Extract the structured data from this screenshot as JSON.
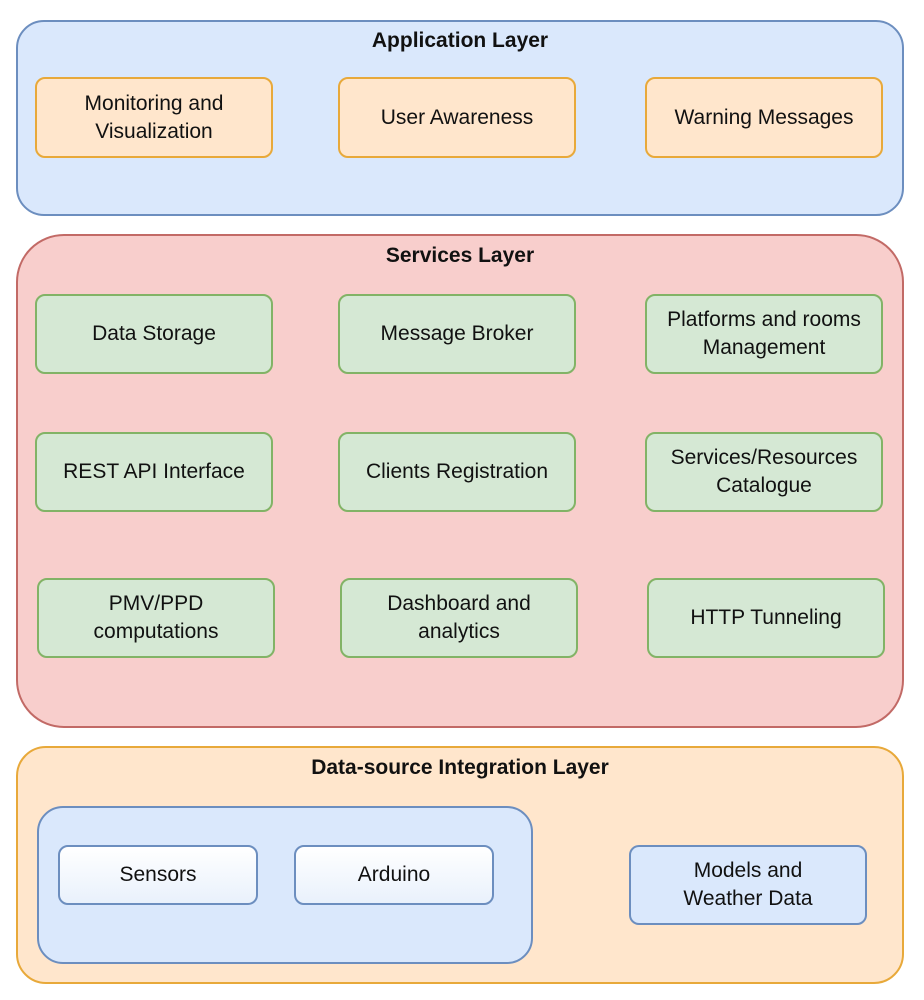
{
  "application_layer": {
    "title": "Application Layer",
    "boxes": [
      "Monitoring and\nVisualization",
      "User Awareness",
      "Warning Messages"
    ]
  },
  "services_layer": {
    "title": "Services Layer",
    "boxes": [
      "Data Storage",
      "Message Broker",
      "Platforms and rooms\nManagement",
      "REST API Interface",
      "Clients Registration",
      "Services/Resources\nCatalogue",
      "PMV/PPD\ncomputations",
      "Dashboard and\nanalytics",
      "HTTP Tunneling"
    ]
  },
  "data_source_layer": {
    "title": "Data-source Integration Layer",
    "devices": [
      "Sensors",
      "Arduino"
    ],
    "models": "Models and\nWeather Data"
  },
  "colors": {
    "application_fill": "#dae8fc",
    "application_box_fill": "#ffe6cc",
    "services_fill": "#f8cecc",
    "services_box_fill": "#d5e8d4",
    "data_source_fill": "#ffe6cc"
  }
}
